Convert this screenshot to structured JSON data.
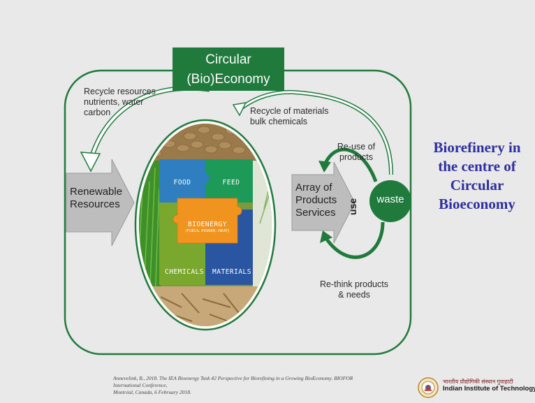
{
  "diagram": {
    "title": "Circular\n(Bio)Economy",
    "title_line1": "Circular",
    "title_line2": "(Bio)Economy",
    "recycle_resources": [
      "Recycle resources",
      "nutrients, water",
      "carbon"
    ],
    "recycle_materials": [
      "Recycle of materials",
      "bulk chemicals"
    ],
    "renewable": [
      "Renewable",
      "Resources"
    ],
    "array": [
      "Array of",
      "Products",
      "Services"
    ],
    "use_label": "use",
    "waste_label": "waste",
    "reuse": [
      "Re-use of",
      "products"
    ],
    "rethink": [
      "Re-think products",
      "& needs"
    ],
    "puzzle": {
      "food": "FOOD",
      "feed": "FEED",
      "bioenergy": "BIOENERGY",
      "bioenergy_sub": "(FUELS, POWER, HEAT)",
      "chemicals": "CHEMICALS",
      "materials": "MATERIALS"
    }
  },
  "side_title": [
    "Biorefinery in",
    "the centre of",
    "Circular",
    "Bioeconomy"
  ],
  "citation": [
    "Annevelink, B., 2018. The IEA Bioenergy Task 42 Perspective for Biorefining in a Growing BioEconomy. BIOFOR International Conference,",
    "Montréal, Canada, 6 February 2018."
  ],
  "logo": {
    "hindi": "भारतीय प्रौद्योगिकी संस्थान गुवाहाटी",
    "name": "Indian Institute of Technology Guwahati"
  },
  "colors": {
    "green_dark": "#1f7a3c",
    "food": "#2f7fc0",
    "feed": "#1e9a58",
    "bioenergy": "#f0941f",
    "chemicals": "#7aa82e",
    "materials": "#2a55a0",
    "side_title": "#2d2ea0"
  }
}
